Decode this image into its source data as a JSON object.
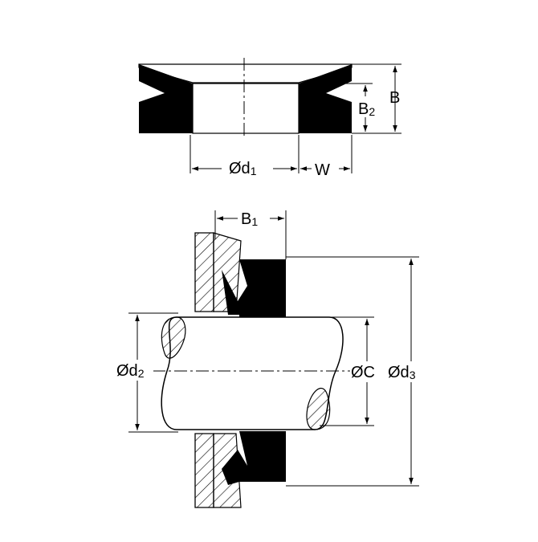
{
  "labels": {
    "d1": {
      "main": "Ød",
      "sub": "1"
    },
    "w": {
      "main": "W",
      "sub": ""
    },
    "b": {
      "main": "B",
      "sub": ""
    },
    "b2": {
      "main": "B",
      "sub": "2"
    },
    "b1": {
      "main": "B",
      "sub": "1"
    },
    "d2": {
      "main": "Ød",
      "sub": "2"
    },
    "c": {
      "main": "ØC",
      "sub": ""
    },
    "d3": {
      "main": "Ød",
      "sub": "3"
    }
  },
  "colors": {
    "ink": "#000000",
    "paper": "#ffffff"
  }
}
